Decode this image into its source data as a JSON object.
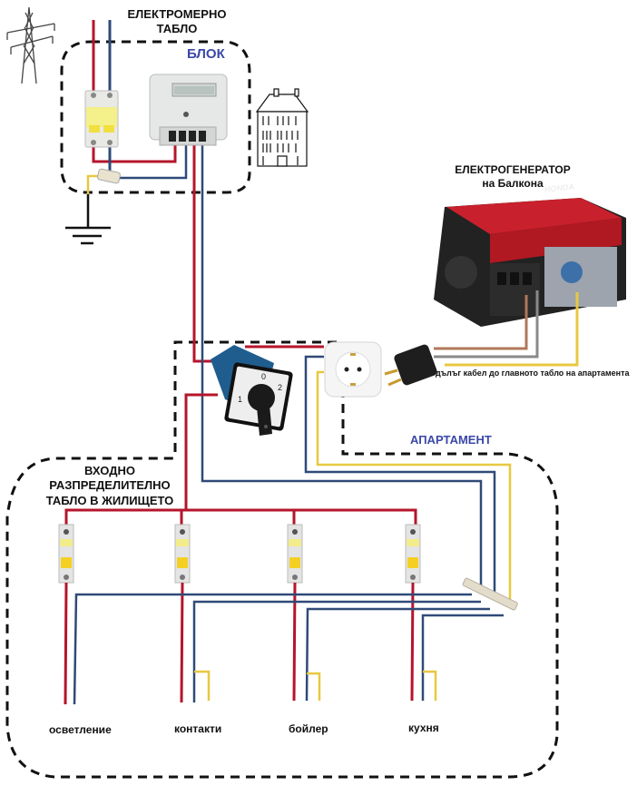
{
  "labels": {
    "meter_board": [
      "ЕЛЕКТРОМЕРНО",
      "ТАБЛО"
    ],
    "block": "БЛОК",
    "generator": [
      "ЕЛЕКТРОГЕНЕРАТОР",
      "на Балкона"
    ],
    "generator_brand": "HONDA",
    "long_cable": "дълъг кабел до главното табло на апартамента",
    "apartment": "АПАРТАМЕНТ",
    "distribution_board": [
      "ВХОДНО",
      "РАЗПРЕДЕЛИТЕЛНО",
      "ТАБЛО В ЖИЛИЩЕТО"
    ],
    "switch_positions": [
      "1",
      "0",
      "2"
    ]
  },
  "circuits": [
    {
      "name": "осветление",
      "has_ground": false
    },
    {
      "name": "контакти",
      "has_ground": true
    },
    {
      "name": "бойлер",
      "has_ground": true
    },
    {
      "name": "кухня",
      "has_ground": true
    }
  ],
  "colors": {
    "phase": "#b5152b",
    "neutral": "#2f4a78",
    "ground": "#e8c840",
    "generator_cable_brown": "#b0785a",
    "generator_cable_gray": "#8a8a8a",
    "boundary": "#111111",
    "label_blue": "#3b48a8"
  }
}
